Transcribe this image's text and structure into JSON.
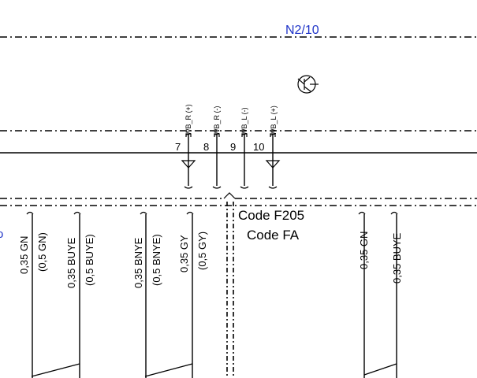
{
  "module": {
    "label": "N2/10"
  },
  "pins": [
    {
      "signal": "WB_R (+)",
      "number": "7"
    },
    {
      "signal": "WB_R (-)",
      "number": "8"
    },
    {
      "signal": "WB_L (-)",
      "number": "9"
    },
    {
      "signal": "WB_L (+)",
      "number": "10"
    }
  ],
  "codes": {
    "line1": "Code F205",
    "line2": "Code FA"
  },
  "wires": [
    {
      "main": "0,35 GN",
      "alt": "(0,5 GN)"
    },
    {
      "main": "0,35 BUYE",
      "alt": "(0,5 BUYE)"
    },
    {
      "main": "0,35 BNYE",
      "alt": "(0,5 BNYE)"
    },
    {
      "main": "0,35 GY",
      "alt": "(0,5 GY)"
    },
    {
      "main": "0,35 GN",
      "alt": ""
    },
    {
      "main": "0,35 BUYE",
      "alt": ""
    }
  ],
  "edge_mark": {
    "text": "o"
  }
}
